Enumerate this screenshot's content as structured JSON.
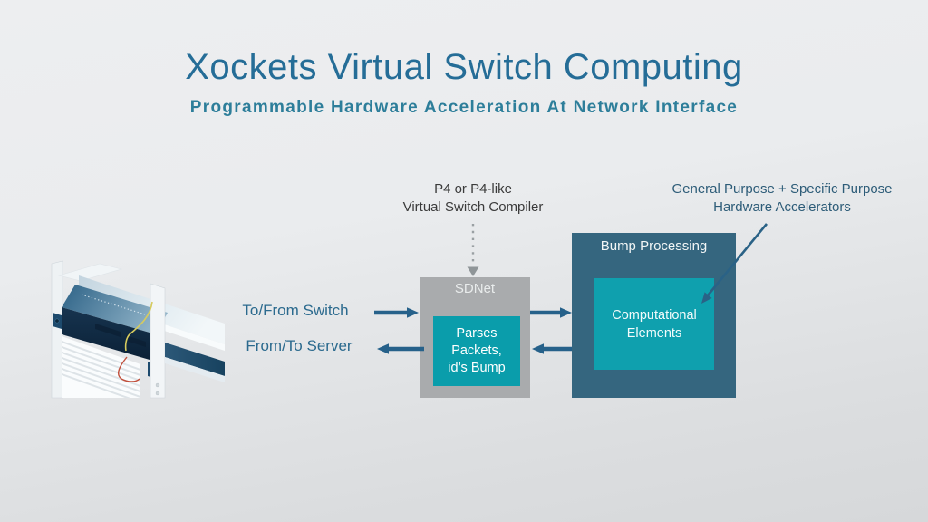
{
  "slide": {
    "title": "Xockets Virtual Switch Computing",
    "subtitle": "Programmable Hardware Acceleration At Network Interface"
  },
  "annotations": {
    "compiler_line1": "P4 or P4-like",
    "compiler_line2": "Virtual Switch Compiler",
    "accel_line1": "General Purpose + Specific Purpose",
    "accel_line2": "Hardware Accelerators"
  },
  "labels": {
    "to_switch": "To/From Switch",
    "to_server": "From/To Server"
  },
  "sdnet_box": {
    "title": "SDNet",
    "inner_line1": "Parses Packets,",
    "inner_line2": "id’s Bump"
  },
  "bump_box": {
    "title": "Bump Processing",
    "inner_line1": "Computational",
    "inner_line2": "Elements"
  },
  "icons": {
    "server_illustration": "rack-server-illustration",
    "right_arrows": "right-flow-arrow",
    "left_arrows": "left-flow-arrow",
    "compiler_connector": "dotted-down-arrow",
    "accelerator_connector": "diagonal-pointer-arrow"
  },
  "colors": {
    "title_text": "#256d97",
    "subtitle_text": "#2d7e9a",
    "flow_arrow": "#26618a",
    "sdnet_bg": "#a9abad",
    "teal_inner": "#0a9dab",
    "bump_bg": "#35667f",
    "compiler_text": "#3b3b3b",
    "accelerator_text": "#2d5c78",
    "background_top": "#edeef0",
    "background_bottom": "#d6d8da"
  }
}
